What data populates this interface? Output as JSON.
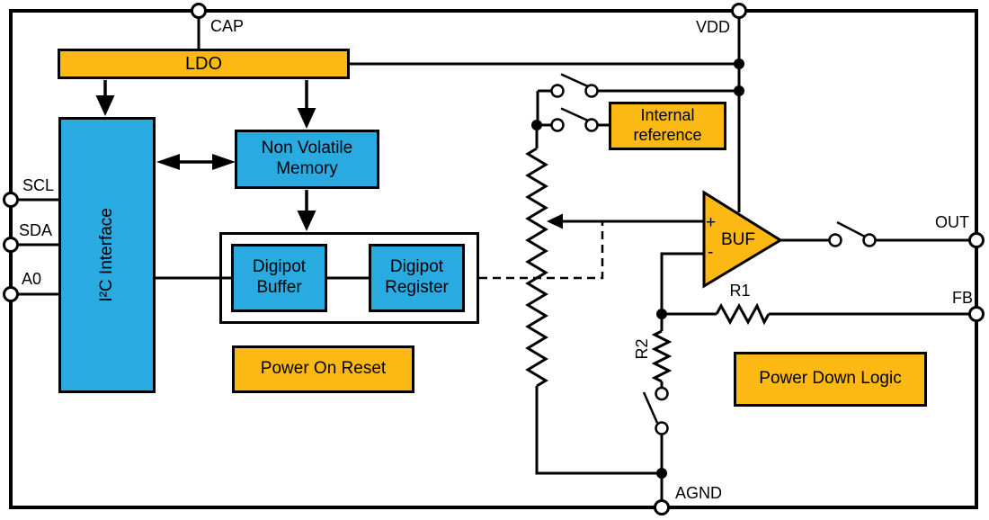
{
  "theme": {
    "block_blue": "#29ABE2",
    "block_orange": "#FCB813",
    "wire_black": "#000000",
    "background_white": "#FFFFFF"
  },
  "pins": {
    "cap": "CAP",
    "vdd": "VDD",
    "scl": "SCL",
    "sda": "SDA",
    "a0": "A0",
    "out": "OUT",
    "fb": "FB",
    "agnd": "AGND"
  },
  "blocks": {
    "ldo": "LDO",
    "i2c_interface": "I²C Interface",
    "non_volatile_memory": "Non Volatile Memory",
    "digipot_buffer": "Digipot Buffer",
    "digipot_register": "Digipot Register",
    "power_on_reset": "Power On Reset",
    "internal_reference": "Internal reference",
    "power_down_logic": "Power Down Logic"
  },
  "buffer_amp": {
    "label": "BUF",
    "plus": "+",
    "minus": "-"
  },
  "resistors": {
    "r1": "R1",
    "r2": "R2"
  }
}
